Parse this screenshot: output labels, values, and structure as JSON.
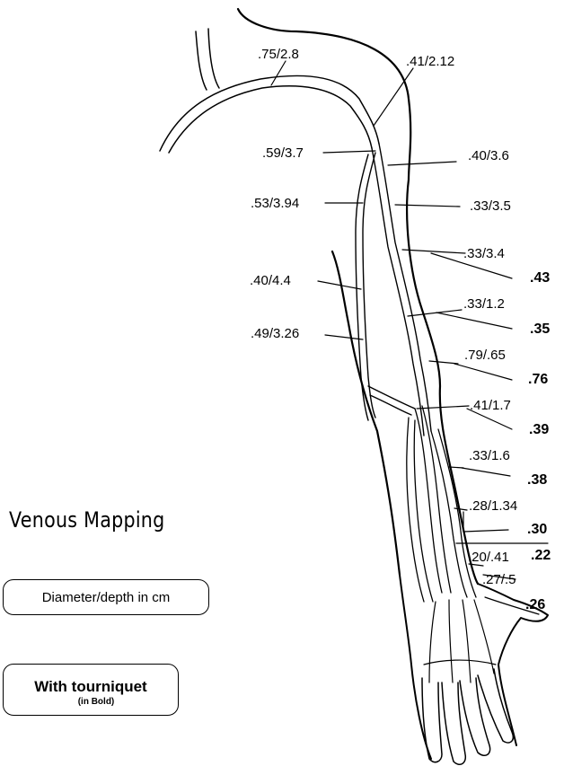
{
  "title": "Venous Mapping",
  "legend": {
    "plain_label": "Diameter/depth in cm",
    "bold_label": "With tourniquet",
    "bold_sublabel": "(in Bold)"
  },
  "measurements": {
    "m1": ".75/2.8",
    "m2": ".41/2.12",
    "m3": ".59/3.7",
    "m4": ".40/3.6",
    "m5": ".53/3.94",
    "m6": ".33/3.5",
    "m7": ".33/3.4",
    "m7b": ".43",
    "m8": ".40/4.4",
    "m9": ".33/1.2",
    "m9b": ".35",
    "m10": ".49/3.26",
    "m11": ".79/.65",
    "m11b": ".76",
    "m12": ".41/1.7",
    "m12b": ".39",
    "m13": ".33/1.6",
    "m13b": ".38",
    "m14": ".28/1.34",
    "m14b": ".30",
    "m15": ".20/.41",
    "m15b": ".22",
    "m16": ".27/.5",
    "m16b": ".26"
  }
}
